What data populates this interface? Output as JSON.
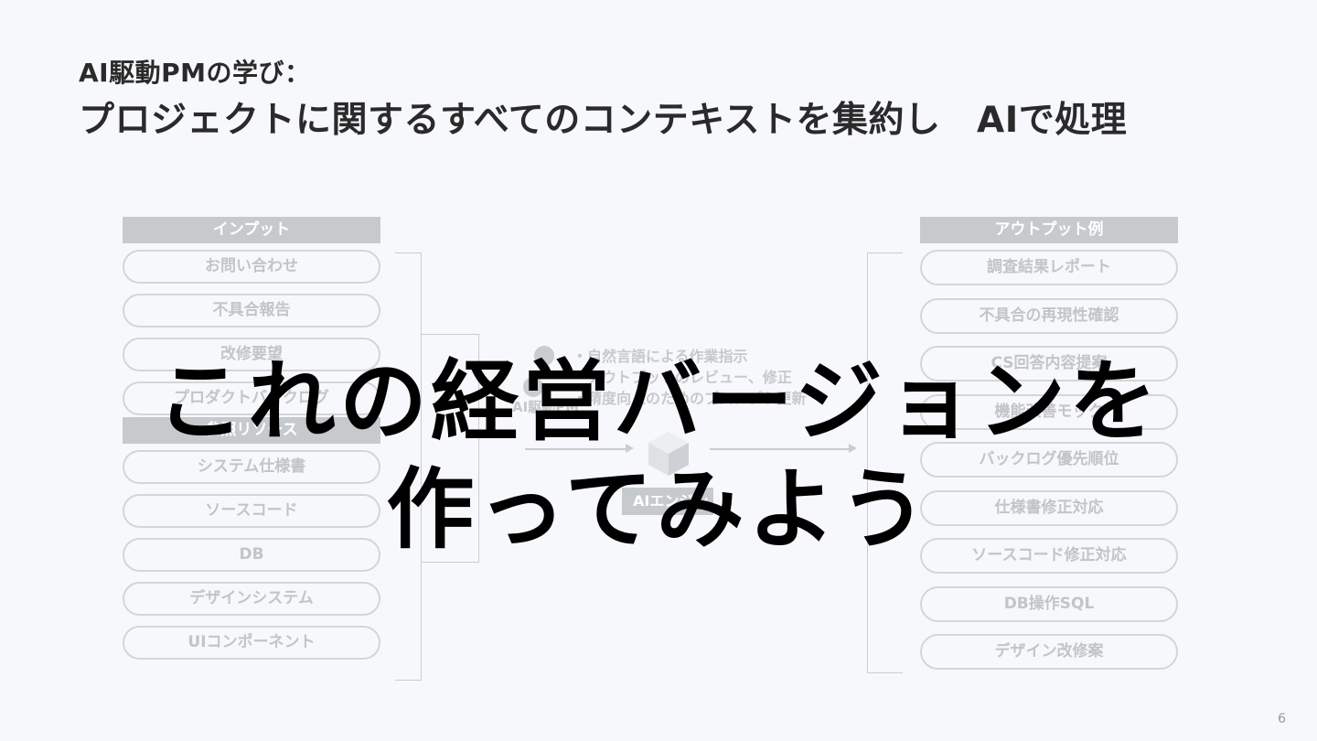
{
  "title": {
    "sub": "AI駆動PMの学び：",
    "main": "プロジェクトに関するすべてのコンテキストを集約し　AIで処理"
  },
  "input": {
    "header": "インプット",
    "items": [
      "お問い合わせ",
      "不具合報告",
      "改修要望",
      "プロダクトバックログ"
    ]
  },
  "reference": {
    "header": "参照リソース",
    "items": [
      "システム仕様書",
      "ソースコード",
      "DB",
      "デザインシステム",
      "UIコンポーネント"
    ]
  },
  "center": {
    "notes": [
      "・自然言語による作業指示",
      "・アウトプットのレビュー、修正",
      "・精度向上のためのプロンプト更新"
    ],
    "label": "AI駆動PM",
    "engine": "AIエンジン"
  },
  "output": {
    "header": "アウトプット例",
    "items": [
      "調査結果レポート",
      "不具合の再現性確認",
      "CS回答内容提案",
      "機能改善モック",
      "バックログ優先順位",
      "仕様書修正対応",
      "ソースコード修正対応",
      "DB操作SQL",
      "デザイン改修案"
    ]
  },
  "overlay": {
    "line1": "これの経営バージョンを",
    "line2": "作ってみよう"
  },
  "page_number": "6"
}
